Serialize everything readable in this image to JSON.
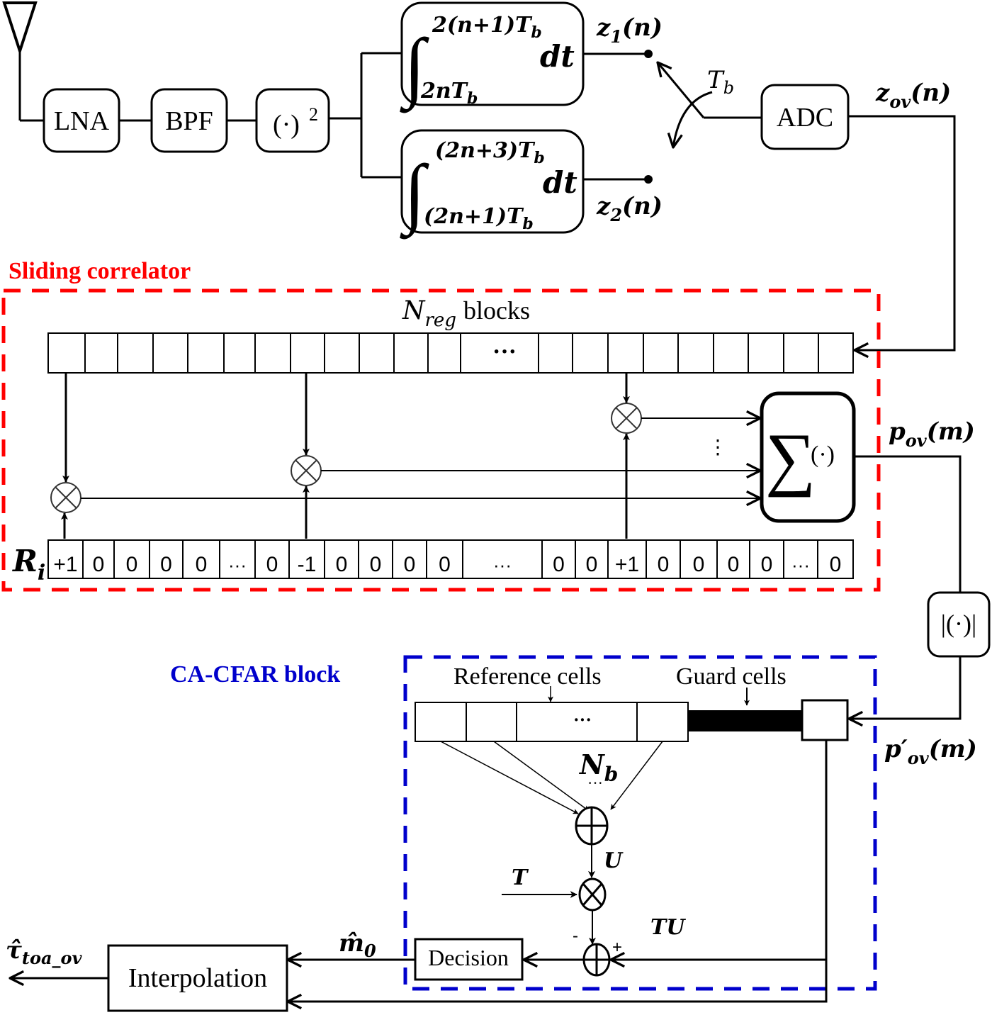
{
  "colors": {
    "sliding_correlator": "#ff0000",
    "ca_cfar": "#0000cc",
    "line": "#000000"
  },
  "front_end": {
    "antenna_icon": "antenna-icon",
    "lna": "LNA",
    "bpf": "BPF",
    "square_base": "(·)",
    "square_exp": "2"
  },
  "integrators": {
    "top": {
      "upper_limit": "2(n+1)T",
      "upper_sub": "b",
      "lower_limit": "2nT",
      "lower_sub": "b",
      "integrand": "dt"
    },
    "bottom": {
      "upper_limit": "(2n+3)T",
      "upper_sub": "b",
      "lower_limit": "(2n+1)T",
      "lower_sub": "b",
      "integrand": "dt"
    }
  },
  "signals": {
    "z1": {
      "base": "z",
      "sub": "1",
      "arg": "(n)"
    },
    "z2": {
      "base": "z",
      "sub": "2",
      "arg": "(n)"
    },
    "switch_period": {
      "base": "T",
      "sub": "b"
    },
    "zov": {
      "base": "z",
      "sub": "ov",
      "arg": "(n)"
    },
    "pov": {
      "base": "p",
      "sub": "ov",
      "arg": "(m)"
    },
    "pov_prime": {
      "base": "p′",
      "sub": "ov",
      "arg": "(m)"
    },
    "m0_hat": {
      "base": "m̂",
      "sub": "0"
    },
    "tau_hat": {
      "base": "τ̂",
      "sub": "toa_ov"
    }
  },
  "adc": {
    "label": "ADC"
  },
  "sliding_correlator": {
    "title": "Sliding correlator",
    "register_label": {
      "base": "N",
      "sub": "reg",
      "suffix": "blocks"
    },
    "register_ellipsis": "···",
    "reference_label": {
      "base": "R",
      "sub": "i"
    },
    "reference_cells": [
      "+1",
      "0",
      "0",
      "0",
      "0",
      "···",
      "0",
      "-1",
      "0",
      "0",
      "0",
      "0",
      "···",
      "0",
      "0",
      "+1",
      "0",
      "0",
      "0",
      "0",
      "···",
      "0"
    ],
    "sum_block": {
      "symbol": "∑",
      "arg": "(·)"
    },
    "vertical_ellipsis": "⋮"
  },
  "abs_block": {
    "label": "|(·)|"
  },
  "ca_cfar": {
    "title": "CA-CFAR  block",
    "reference_cells_label": "Reference cells",
    "guard_cells_label": "Guard cells",
    "cells_ellipsis": "···",
    "nb_label": {
      "base": "N",
      "sub": "b"
    },
    "nb_ellipsis": "···",
    "u_label": "U",
    "t_label": "T",
    "tu_label": "TU",
    "minus_sign": "-",
    "plus_sign": "+",
    "decision": "Decision"
  },
  "interpolation": {
    "label": "Interpolation"
  }
}
